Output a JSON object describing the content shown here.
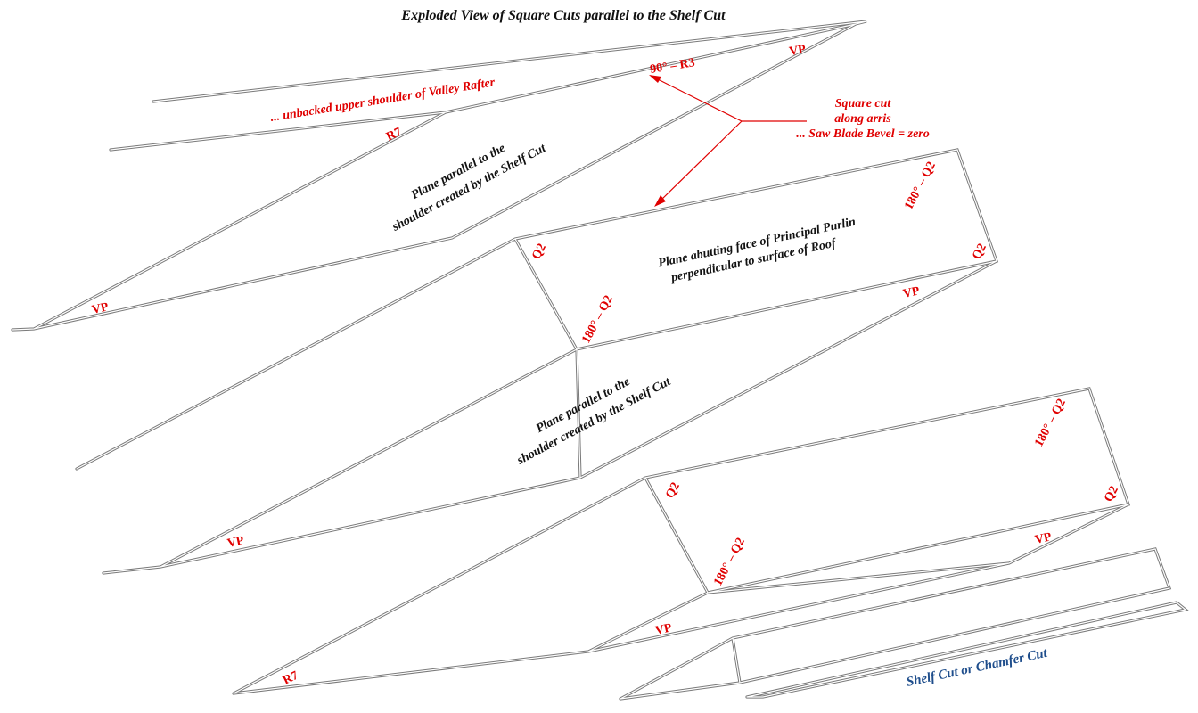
{
  "title": "Exploded View of Square Cuts parallel to the Shelf Cut",
  "colors": {
    "annotation_red": "#e00000",
    "label_blue": "#1f4e8c",
    "edge_gray": "#7a7a7a",
    "text_black": "#111111"
  },
  "annotation": {
    "line1": "Square cut",
    "line2": "along arris",
    "line3": "... Saw Blade Bevel = zero"
  },
  "labels": {
    "upper_shoulder": "... unbacked upper shoulder of Valley Rafter",
    "angle_90_r3": "90° – R3",
    "vp": "VP",
    "r7": "R7",
    "q2": "Q2",
    "angle_180_q2": "180° – Q2",
    "plane_shelf_line1": "Plane parallel to the",
    "plane_shelf_line2": "shoulder created by the Shelf Cut",
    "plane_purlin_line1": "Plane abutting face of Principal Purlin",
    "plane_purlin_line2": "perpendicular to surface of Roof",
    "shelf_cut": "Shelf Cut or Chamfer Cut"
  }
}
